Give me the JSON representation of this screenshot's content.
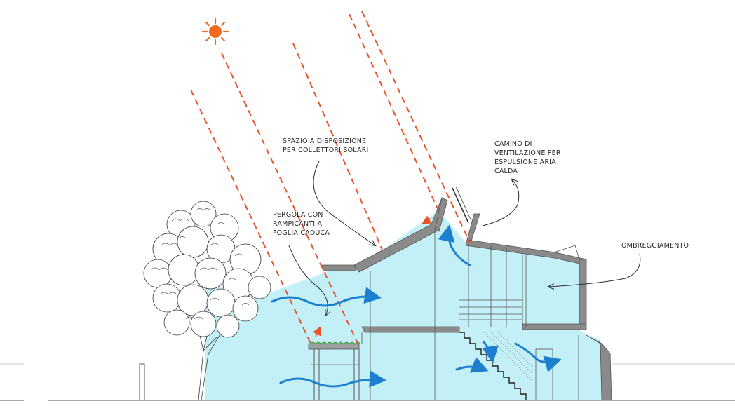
{
  "labels": {
    "solar_collectors": "SPAZIO A DISPOSIZIONE\nPER COLLETTORI SOLARI",
    "pergola": "PERGOLA CON\nRAMPICANTI A\nFOGLIA CADUCA",
    "chimney": "CAMINO DI\nVENTILAZIONE PER\nESPULSIONE ARIA\nCALDA",
    "shading": "OMBREGGIAMENTO"
  },
  "colors": {
    "sun": "#f26a21",
    "sun_ray": "#e8542a",
    "air_flow": "#1e7fd0",
    "interior_fill": "#bfeff6",
    "structure": "#8a8a8a",
    "ink": "#2a2a2a"
  },
  "icons": {
    "sun": "sun-icon",
    "tree": "tree-icon",
    "air_arrow": "air-flow-arrow-icon"
  }
}
